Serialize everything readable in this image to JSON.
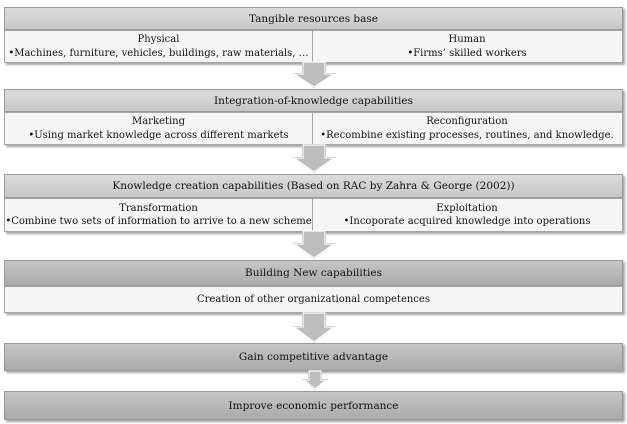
{
  "blocks": [
    {
      "title": "Tangible resources base",
      "left": {
        "heading": "Physical",
        "text": "•Machines, furniture, vehicles, buildings, raw materials, …"
      },
      "right": {
        "heading": "Human",
        "text": "•Firms’ skilled workers"
      }
    },
    {
      "title": "Integration-of-knowledge capabilities",
      "left": {
        "heading": "Marketing",
        "text": "•Using market knowledge across different markets"
      },
      "right": {
        "heading": "Reconfiguration",
        "text": "•Recombine existing processes, routines, and knowledge."
      }
    },
    {
      "title": "Knowledge creation capabilities (Based on RAC by Zahra & George (2002))",
      "left": {
        "heading": "Transformation",
        "text": "•Combine two sets of information to arrive to a new scheme"
      },
      "right": {
        "heading": "Exploitation",
        "text": "•Incoporate acquired knowledge into operations"
      }
    },
    {
      "title": "Building New capabilities",
      "full": "Creation of other organizational competences"
    }
  ],
  "bands": [
    "Gain competitive advantage",
    "Improve economic performance"
  ]
}
